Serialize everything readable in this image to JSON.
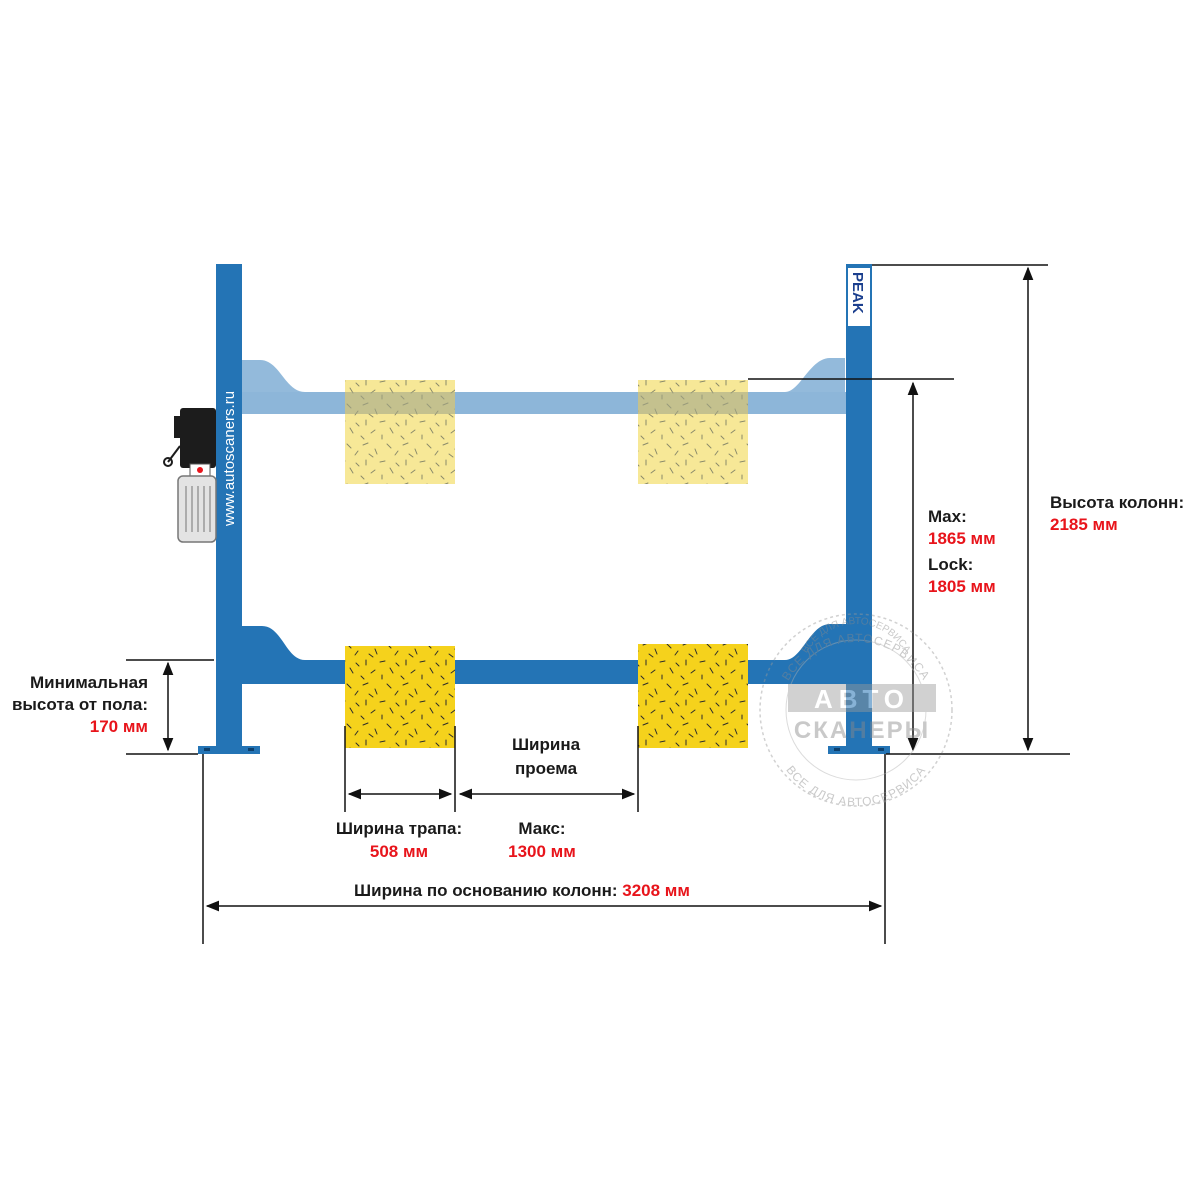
{
  "colors": {
    "column": "#2474b5",
    "beam_raised": "#8db6d9",
    "pad": "#f5d21c",
    "pad_raised": "#f6e58c",
    "dimension_line": "#111111",
    "value_text": "#e8141b",
    "label_text": "#1a1a1a"
  },
  "branding": {
    "website": "www.autoscaners.ru",
    "logo": "PEAK"
  },
  "watermark": {
    "top_arc": "ВСЕ ДЛЯ АВТОСЕРВИСА",
    "inner_text": "ВСЕ ДЛЯ АВТОСЕРВИСА",
    "line1": "АВТО",
    "line2": "СКАНЕРЫ",
    "bottom_arc": "ВСЕ ДЛЯ АВТОСЕРВИСА"
  },
  "dimensions": {
    "column_height": {
      "label": "Высота колонн:",
      "value": "2185 мм"
    },
    "max_height": {
      "label": "Max:",
      "value": "1865 мм"
    },
    "lock_height": {
      "label": "Lock:",
      "value": "1805 мм"
    },
    "min_height": {
      "label_line1": "Минимальная",
      "label_line2": "высота от пола:",
      "value": "170 мм"
    },
    "ramp_width": {
      "label": "Ширина трапа:",
      "value": "508 мм"
    },
    "opening": {
      "title_line1": "Ширина",
      "title_line2": "проема",
      "label": "Макс:",
      "value": "1300 мм"
    },
    "base_width": {
      "label": "Ширина по основанию колонн:",
      "value": "3208 мм"
    }
  }
}
